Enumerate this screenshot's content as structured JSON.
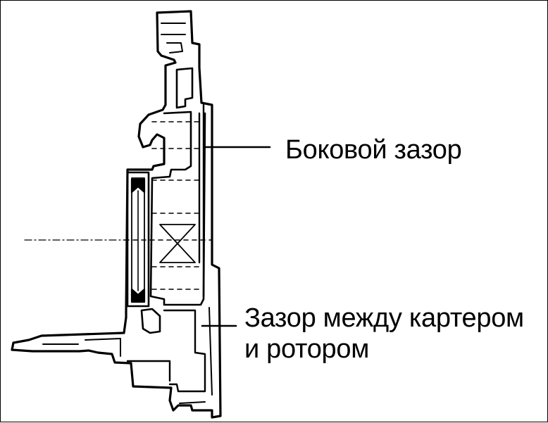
{
  "diagram": {
    "labels": {
      "side_clearance": "Боковой зазор",
      "housing_rotor_line1": "Зазор между картером",
      "housing_rotor_line2": "и ротором"
    },
    "colors": {
      "ink": "#000000",
      "paper": "#ffffff"
    }
  }
}
